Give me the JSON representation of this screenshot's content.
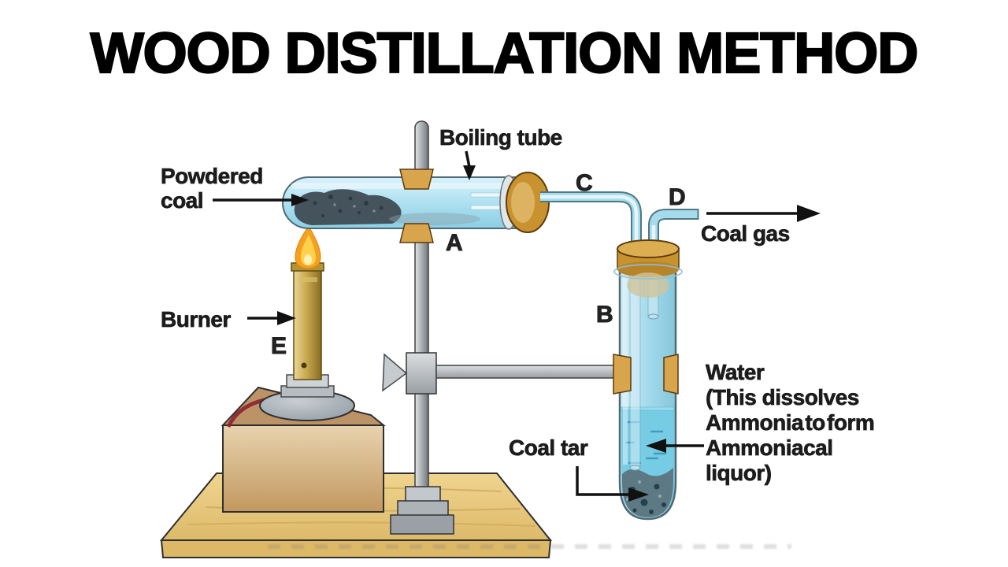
{
  "title": "WOOD DISTILLATION METHOD",
  "diagram": {
    "labels": {
      "boiling_tube": "Boiling tube",
      "powdered_coal": [
        "Powdered",
        "coal"
      ],
      "burner": "Burner",
      "coal_gas": "Coal gas",
      "coal_tar": "Coal tar",
      "water_note": [
        "Water",
        "(This dissolves",
        "Ammonia to form",
        "Ammoniacal",
        "liquor)"
      ]
    },
    "part_letters": {
      "a": "A",
      "b": "B",
      "c": "C",
      "d": "D",
      "e": "E"
    }
  },
  "colors": {
    "background": "#ffffff",
    "title_text": "#000000",
    "label_text": "#1c1c1c",
    "glass_blue": "#a9ddee",
    "water_blue": "#74cbe4",
    "coal_dark": "#45535d",
    "tar_dark": "#5d7983",
    "cork_tan": "#c8932f",
    "clamp_tan": "#d8a44c",
    "stand_gray": "#a9aeb2",
    "burner_brass": "#c5a44c",
    "flame_orange": "#f6a01f",
    "flame_yellow": "#ffd24e",
    "box_tan": "#c2985f",
    "wood_table": "#e8c87e",
    "wire_red": "#8e2130",
    "arrow_black": "#111111"
  }
}
